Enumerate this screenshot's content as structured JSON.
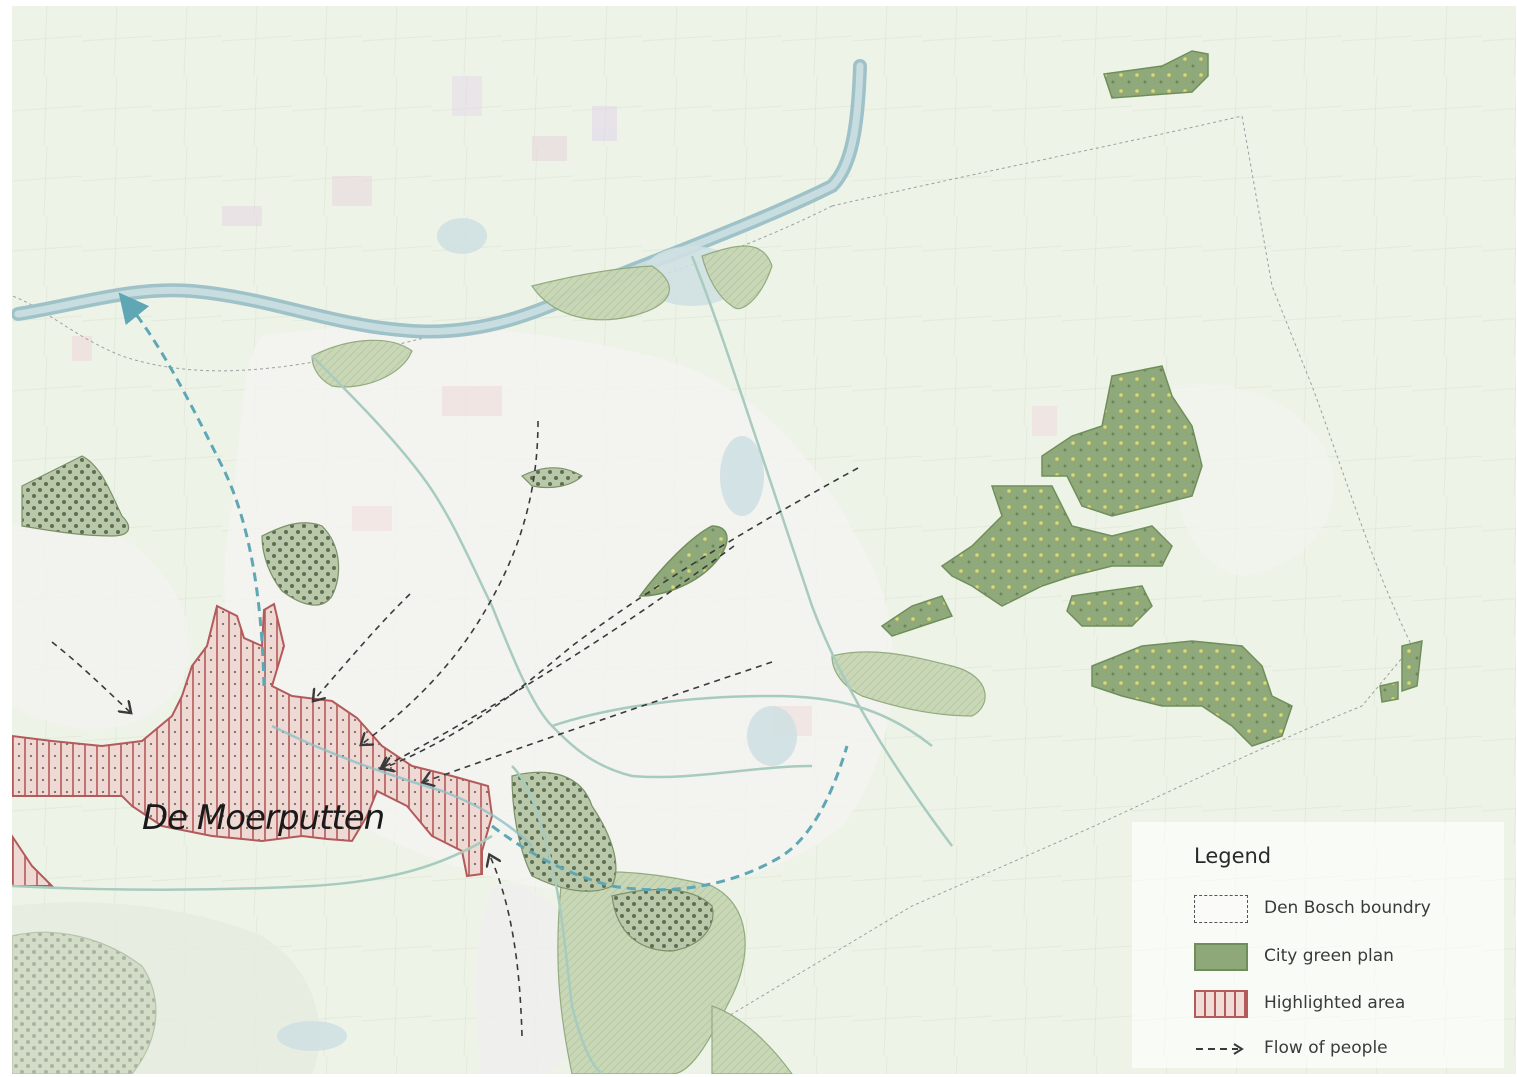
{
  "map": {
    "place_label": "De Moerputten",
    "colors": {
      "background": "#eef3e8",
      "water": "#bcd6da",
      "green_plan": "#8fa87a",
      "highlight_stroke": "#b35a5a",
      "highlight_fill": "#efd9d4",
      "flow_dark": "#3a3a3a",
      "flow_blue": "#5fa7b4"
    }
  },
  "legend": {
    "title": "Legend",
    "items": [
      {
        "label": "Den Bosch boundry",
        "symbol": "dashed-box"
      },
      {
        "label": "City green plan",
        "symbol": "green-fill"
      },
      {
        "label": "Highlighted area",
        "symbol": "red-hatch"
      },
      {
        "label": "Flow of people",
        "symbol": "dashed-arrow"
      }
    ]
  }
}
